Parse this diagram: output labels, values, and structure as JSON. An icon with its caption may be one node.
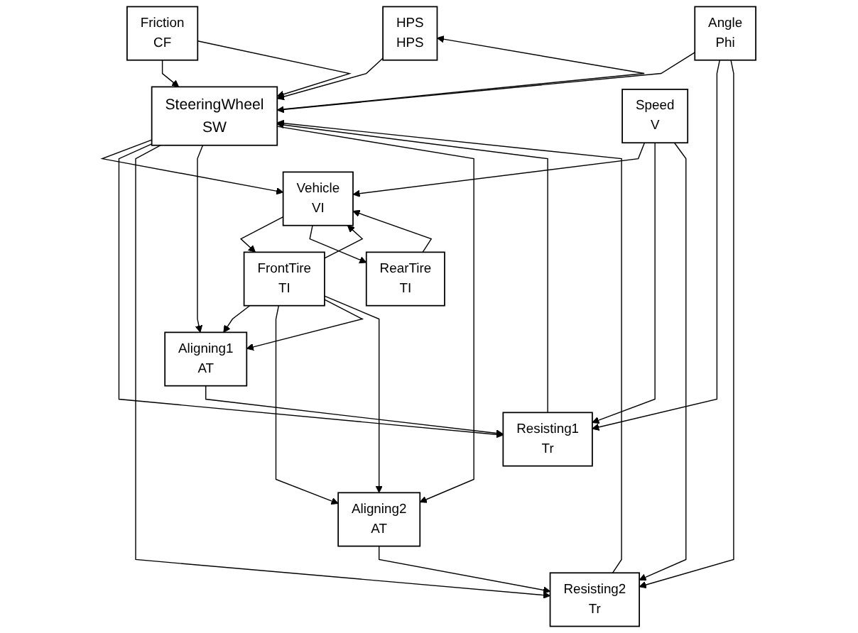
{
  "diagram": {
    "nodes": [
      {
        "text": [
          "Speed",
          "V"
        ]
      },
      {
        "text": [
          "HPS",
          "HPS"
        ]
      },
      {
        "text": [
          "Vehicle",
          "VI"
        ]
      },
      {
        "text": [
          "Friction",
          "CF"
        ]
      },
      {
        "text": [
          "SteeringWheel",
          "SW"
        ]
      },
      {
        "text": [
          "FrontTire",
          "TI"
        ]
      },
      {
        "text": [
          "Angle",
          "Phi"
        ]
      },
      {
        "text": [
          "RearTire",
          "TI"
        ]
      },
      {
        "text": [
          "Resisting1",
          "Tr"
        ]
      },
      {
        "text": [
          "Aligning1",
          "AT"
        ]
      },
      {
        "text": [
          "Resisting2",
          "Tr"
        ]
      },
      {
        "text": [
          "Aligning2",
          "AT"
        ]
      }
    ],
    "edges": [
      {
        "from": 0,
        "to": 2,
        "arrow": "to"
      },
      {
        "from": 0,
        "to": 8,
        "arrow": "to"
      },
      {
        "from": 0,
        "to": 10,
        "arrow": "to"
      },
      {
        "from": 4,
        "to": 1,
        "arrow": "to"
      },
      {
        "from": 1,
        "to": 4,
        "arrow": "to"
      },
      {
        "from": 4,
        "to": 2,
        "arrow": "to"
      },
      {
        "from": 2,
        "to": 5,
        "arrow": "to"
      },
      {
        "from": 2,
        "to": 7,
        "arrow": "to"
      },
      {
        "from": 3,
        "to": 4,
        "arrow": "to"
      },
      {
        "from": 3,
        "to": 4,
        "arrow": "to"
      },
      {
        "from": 4,
        "to": 8,
        "arrow": "to"
      },
      {
        "from": 4,
        "to": 10,
        "arrow": "to"
      },
      {
        "from": 4,
        "to": 9,
        "arrow": "to"
      },
      {
        "from": 4,
        "to": 11,
        "arrow": "to"
      },
      {
        "from": 5,
        "to": 2,
        "arrow": "to"
      },
      {
        "from": 5,
        "to": 9,
        "arrow": "to"
      },
      {
        "from": 5,
        "to": 11,
        "arrow": "to"
      },
      {
        "from": 5,
        "to": 9,
        "arrow": "to"
      },
      {
        "from": 5,
        "to": 11,
        "arrow": "to"
      },
      {
        "from": 6,
        "to": 4,
        "arrow": "to"
      },
      {
        "from": 6,
        "to": 8,
        "arrow": "to"
      },
      {
        "from": 6,
        "to": 10,
        "arrow": "to"
      },
      {
        "from": 7,
        "to": 2,
        "arrow": "to"
      },
      {
        "from": 8,
        "to": 4,
        "arrow": "to"
      },
      {
        "from": 10,
        "to": 4,
        "arrow": "to"
      },
      {
        "from": 9,
        "to": 8,
        "arrow": "to"
      },
      {
        "from": 11,
        "to": 10,
        "arrow": "to"
      }
    ]
  }
}
